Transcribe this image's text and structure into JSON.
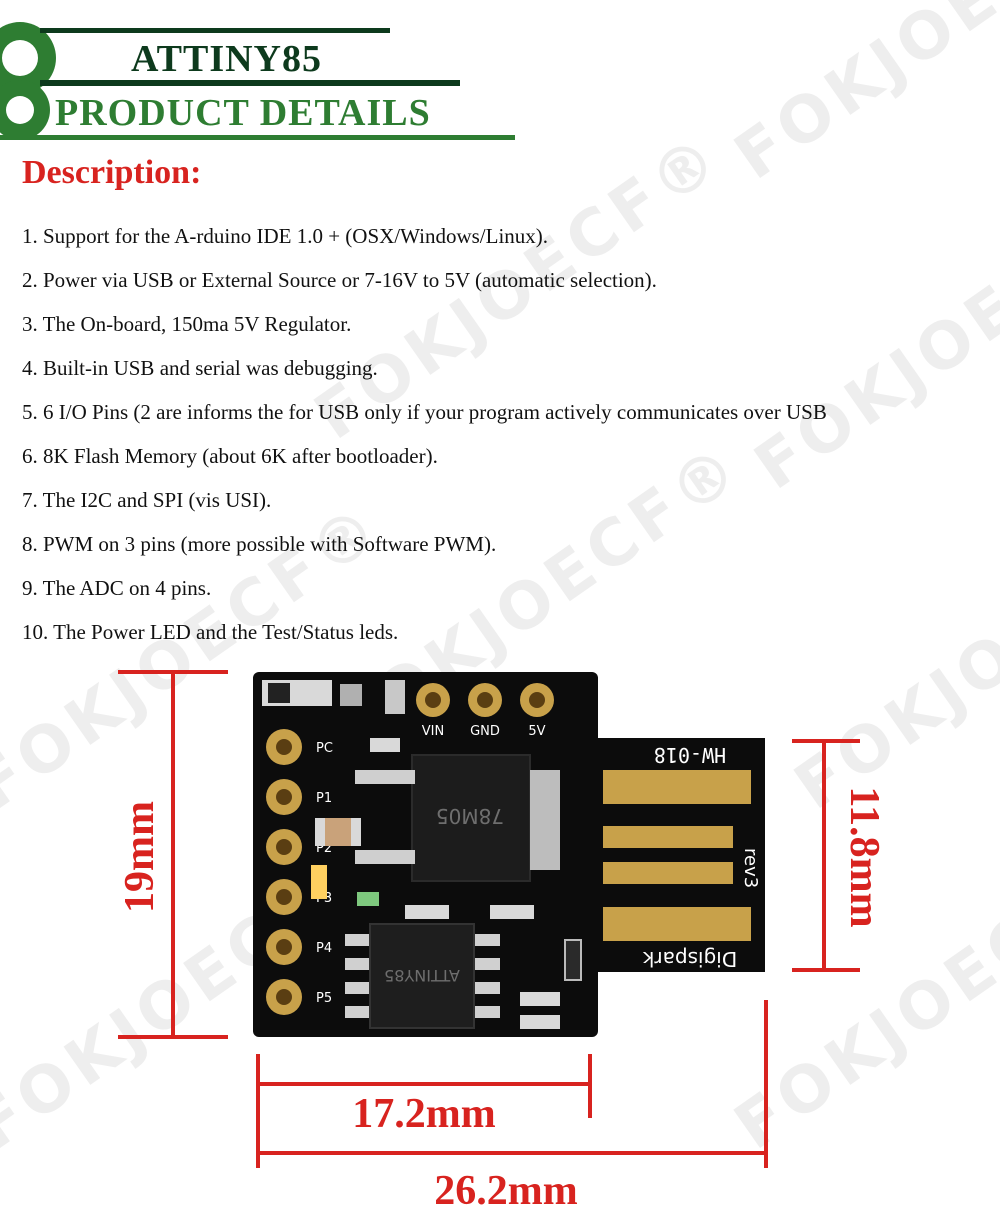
{
  "header": {
    "title": "ATTINY85",
    "subtitle": "PRODUCT DETAILS"
  },
  "description": {
    "heading": "Description:",
    "items": [
      "1. Support for the A-rduino IDE 1.0 + (OSX/Windows/Linux).",
      "2. Power via USB or External Source or 7-16V to 5V (automatic selection).",
      "3. The On-board, 150ma 5V Regulator.",
      "4. Built-in USB and serial was debugging.",
      "5. 6 I/O Pins (2 are informs the for USB only if your program actively communicates over USB",
      "6. 8K Flash Memory (about 6K after bootloader).",
      "7. The I2C and SPI (vis USI).",
      "8. PWM on 3 pins (more possible with Software PWM).",
      "9. The ADC on 4 pins.",
      "10. The Power LED and the Test/Status leds."
    ]
  },
  "board": {
    "left_pins": [
      "PC",
      "P1",
      "P2",
      "P3",
      "P4",
      "P5"
    ],
    "top_pins": [
      "VIN",
      "GND",
      "5V"
    ],
    "usb_text": "HW-018",
    "rev_text": "rev3",
    "brand_text": "Digispark",
    "regulator_text": "78M05",
    "chip_text": "ATTINY85"
  },
  "dimensions": {
    "height": "19mm",
    "usb_height": "11.8mm",
    "body_width": "17.2mm",
    "total_width": "26.2mm"
  },
  "watermark": "FOKJOECF®",
  "colors": {
    "accent_red": "#d8231f",
    "header_dark_green": "#0d3a1d",
    "header_green": "#2e7d32",
    "pcb": "#0c0c0c",
    "pad_gold": "#c8a14a"
  }
}
